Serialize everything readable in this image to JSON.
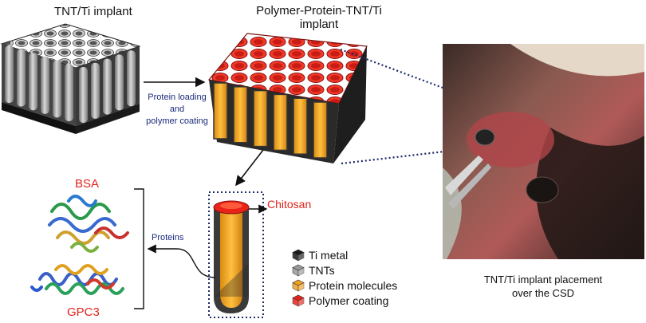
{
  "labels": {
    "tnt_implant": "TNT/Ti implant",
    "polymer_implant_line1": "Polymer-Protein-TNT/Ti",
    "polymer_implant_line2": "implant",
    "process_line1": "Protein loading",
    "process_line2": "and",
    "process_line3": "polymer coating",
    "bsa": "BSA",
    "gpc3": "GPC3",
    "proteins": "Proteins",
    "chitosan": "Chitosan",
    "photo_caption_line1": "TNT/Ti implant placement",
    "photo_caption_line2": "over the CSD"
  },
  "legend": [
    {
      "label": "Ti metal",
      "color": "#1a1a1a"
    },
    {
      "label": "TNTs",
      "color": "#9a9a9a"
    },
    {
      "label": "Protein molecules",
      "color": "#f0a020"
    },
    {
      "label": "Polymer coating",
      "color": "#e8231a"
    }
  ],
  "colors": {
    "accent_red": "#e0241c",
    "accent_navy": "#1a2a7a",
    "tube_gray": "#9a9a9a",
    "protein_orange": "#f0a020",
    "polymer_red": "#e8231a"
  },
  "icons": [
    "tnt-array-icon",
    "coated-block-icon",
    "single-nanotube-icon",
    "bsa-protein-structure",
    "gpc3-protein-structure",
    "surgery-photo"
  ]
}
